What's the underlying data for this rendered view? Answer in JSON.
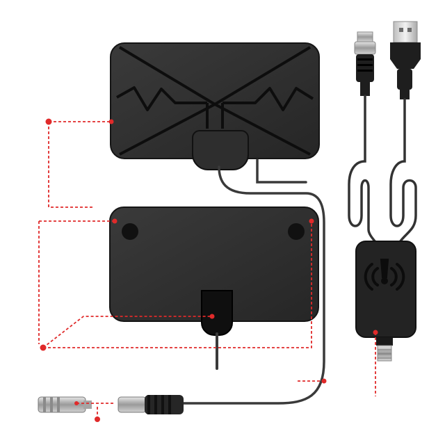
{
  "image": {
    "subject": "tv-antenna-kit",
    "parts": [
      {
        "name": "flat-antenna-front"
      },
      {
        "name": "flat-antenna-back"
      },
      {
        "name": "coax-connector-pair"
      },
      {
        "name": "usb-plug"
      },
      {
        "name": "signal-amplifier"
      }
    ]
  },
  "colors": {
    "background": "#ffffff",
    "panel": "#2b2b2b",
    "panel_edge": "#1a1a1a",
    "pattern": "#0d0d0d",
    "cable": "#3a3a3a",
    "metal": "#b9b9b9",
    "annotation": "#e02a2a"
  },
  "icons": {
    "amplifier_badge": "signal-wave-icon"
  }
}
